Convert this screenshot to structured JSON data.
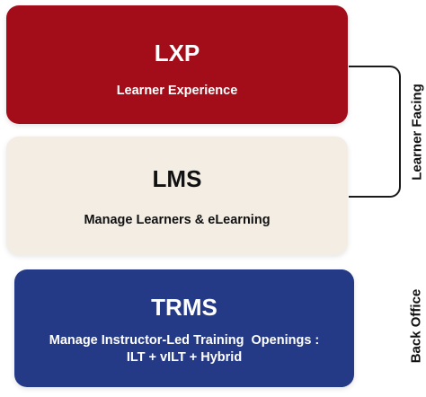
{
  "boxes": {
    "lxp": {
      "title": "LXP",
      "subtitle": "Learner Experience",
      "color": "#a30d1a"
    },
    "lms": {
      "title": "LMS",
      "subtitle": "Manage Learners & eLearning",
      "color": "#f3ede4"
    },
    "trms": {
      "title": "TRMS",
      "subtitle_line1": "Manage Instructor-Led Training  Openings :",
      "subtitle_line2": "ILT + vILT + Hybrid",
      "color": "#253a87"
    }
  },
  "side_labels": {
    "learner_facing": "Learner Facing",
    "back_office": "Back Office"
  }
}
